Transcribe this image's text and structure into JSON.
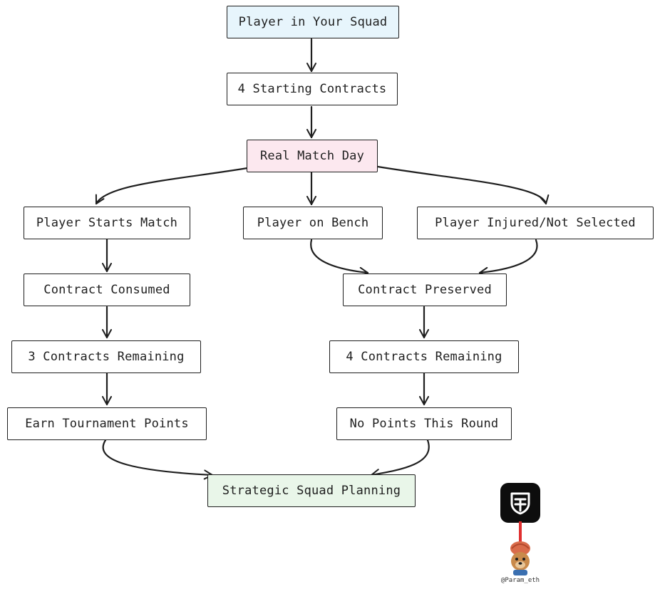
{
  "diagram": {
    "nodes": {
      "squad": "Player in Your Squad",
      "starting_contracts": "4 Starting Contracts",
      "match_day": "Real Match Day",
      "starts_match": "Player Starts Match",
      "on_bench": "Player on Bench",
      "injured": "Player Injured/Not Selected",
      "consumed": "Contract Consumed",
      "preserved": "Contract Preserved",
      "three_remaining": "3 Contracts Remaining",
      "four_remaining": "4 Contracts Remaining",
      "earn_points": "Earn Tournament Points",
      "no_points": "No Points This Round",
      "planning": "Strategic Squad Planning"
    },
    "colors": {
      "start_node": "#e7f5fc",
      "decision_node": "#fce8ef",
      "end_node": "#e9f6e9",
      "default_node": "#ffffff",
      "stroke": "#1e1e1e"
    }
  },
  "watermark": {
    "logo_icon": "shield-logo-icon",
    "avatar_icon": "dog-avatar-icon",
    "cord_color": "#e03030",
    "handle": "@Param_eth"
  }
}
